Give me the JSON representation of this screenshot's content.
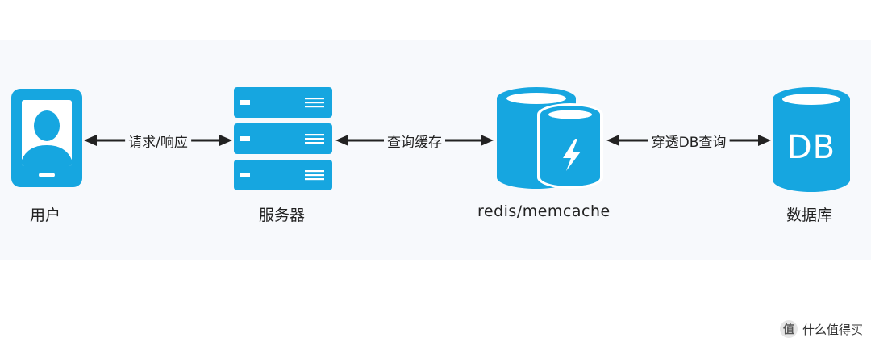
{
  "nodes": {
    "user": {
      "label": "用户"
    },
    "server": {
      "label": "服务器"
    },
    "cache": {
      "label": "redis/memcache"
    },
    "database": {
      "label": "数据库",
      "icon_text": "DB"
    }
  },
  "connections": {
    "user_server": {
      "label": "请求/响应"
    },
    "server_cache": {
      "label": "查询缓存"
    },
    "cache_db": {
      "label": "穿透DB查询"
    }
  },
  "watermark": {
    "badge": "值",
    "text": "什么值得买"
  },
  "colors": {
    "accent": "#16a6e0",
    "arrow": "#222222",
    "band": "#f7f9fc"
  }
}
